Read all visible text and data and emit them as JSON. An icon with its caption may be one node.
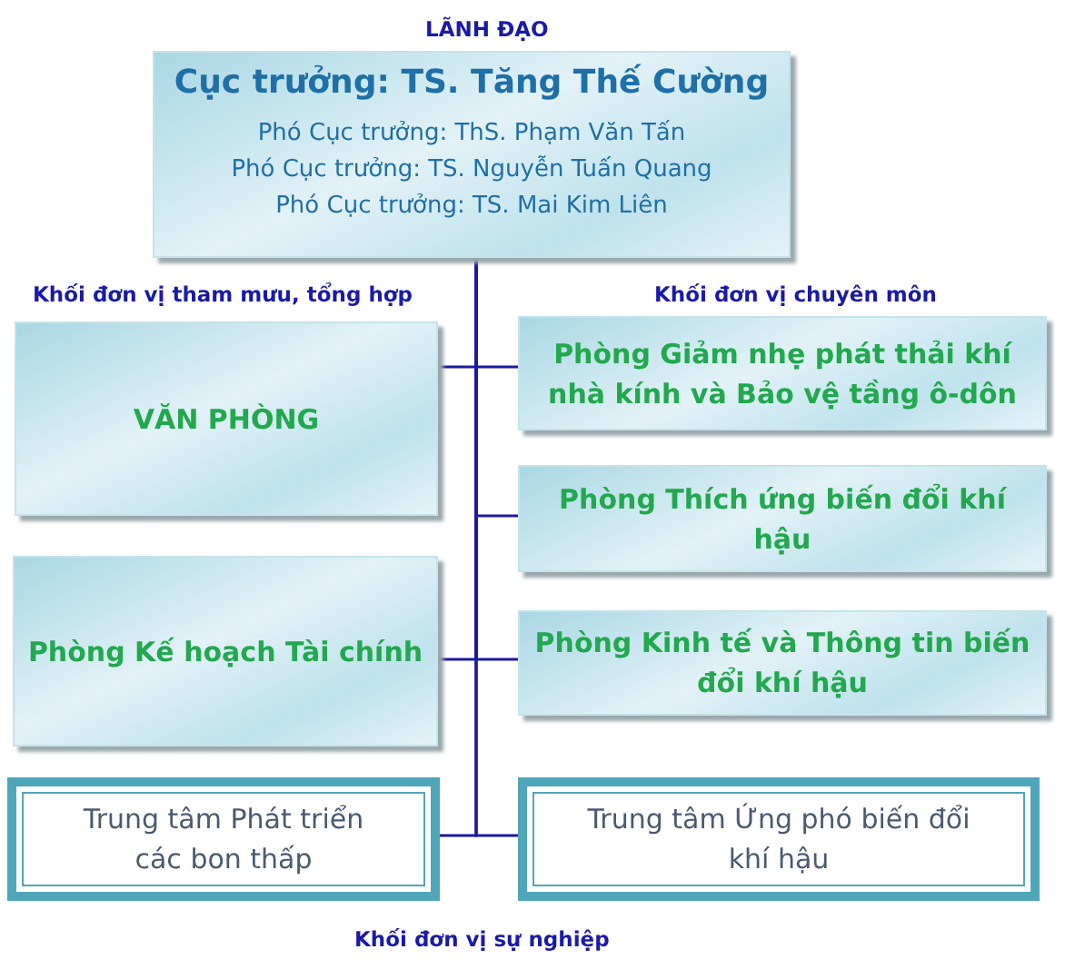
{
  "diagram": {
    "nodes": [
      {
        "text": [
          "Cục trưởng: TS. Tăng Thế Cường",
          "Phó Cục trưởng: ThS. Phạm Văn Tấn",
          "Phó Cục trưởng: TS. Nguyễn Tuấn Quang",
          "Phó Cục trưởng: TS. Mai Kim Liên"
        ]
      },
      {
        "text": [
          "VĂN PHÒNG"
        ]
      },
      {
        "text": [
          "Phòng Giảm nhẹ phát thải khí nhà kính và Bảo vệ tầng ô-dôn"
        ]
      },
      {
        "text": [
          "Phòng Thích ứng biến đổi khí hậu"
        ]
      },
      {
        "text": [
          "Phòng Kế hoạch Tài chính"
        ]
      },
      {
        "text": [
          "Phòng Kinh tế và Thông tin biến đổi khí hậu"
        ]
      },
      {
        "text": [
          "Trung tâm Phát triển các bon thấp"
        ]
      },
      {
        "text": [
          "Trung tâm Ứng phó biến đổi khí hậu"
        ]
      }
    ],
    "edges": [
      {
        "from": 0,
        "to": 1,
        "arrow": "none"
      },
      {
        "from": 0,
        "to": 2,
        "arrow": "none"
      },
      {
        "from": 0,
        "to": 3,
        "arrow": "none"
      },
      {
        "from": 0,
        "to": 4,
        "arrow": "none"
      },
      {
        "from": 0,
        "to": 5,
        "arrow": "none"
      },
      {
        "from": 0,
        "to": 6,
        "arrow": "none"
      },
      {
        "from": 0,
        "to": 7,
        "arrow": "none"
      }
    ],
    "labels": [
      "LÃNH ĐẠO",
      "Khối đơn vị tham mưu, tổng hợp",
      "Khối đơn vị chuyên môn",
      "Khối đơn vị sự nghiệp"
    ]
  }
}
